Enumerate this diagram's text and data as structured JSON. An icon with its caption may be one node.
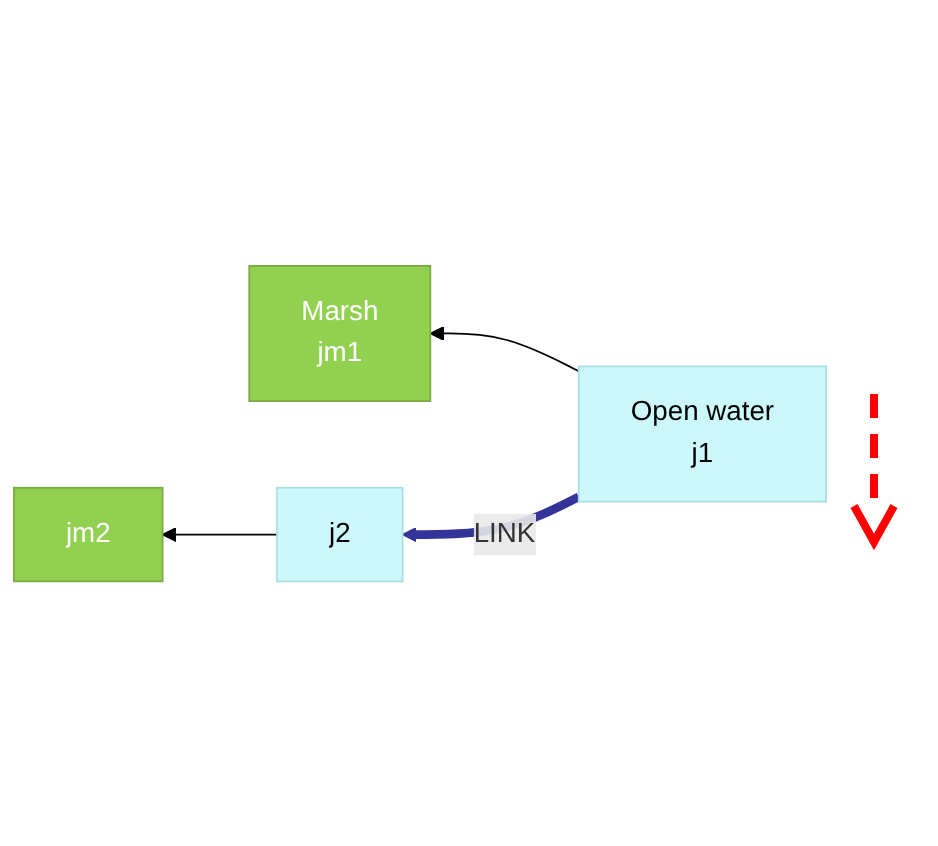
{
  "diagram": {
    "nodes": [
      {
        "text": [
          "Marsh",
          "jm1"
        ]
      },
      {
        "text": [
          "Open water",
          "j1"
        ]
      },
      {
        "text": [
          "jm2"
        ]
      },
      {
        "text": [
          "j2"
        ]
      }
    ],
    "edges": [
      {
        "from": 1,
        "to": 0,
        "arrow": "to"
      },
      {
        "from": 1,
        "to": 3,
        "arrow": "to",
        "label": "LINK",
        "style": "thick",
        "color": "#333399"
      },
      {
        "from": 3,
        "to": 2,
        "arrow": "to"
      }
    ]
  }
}
